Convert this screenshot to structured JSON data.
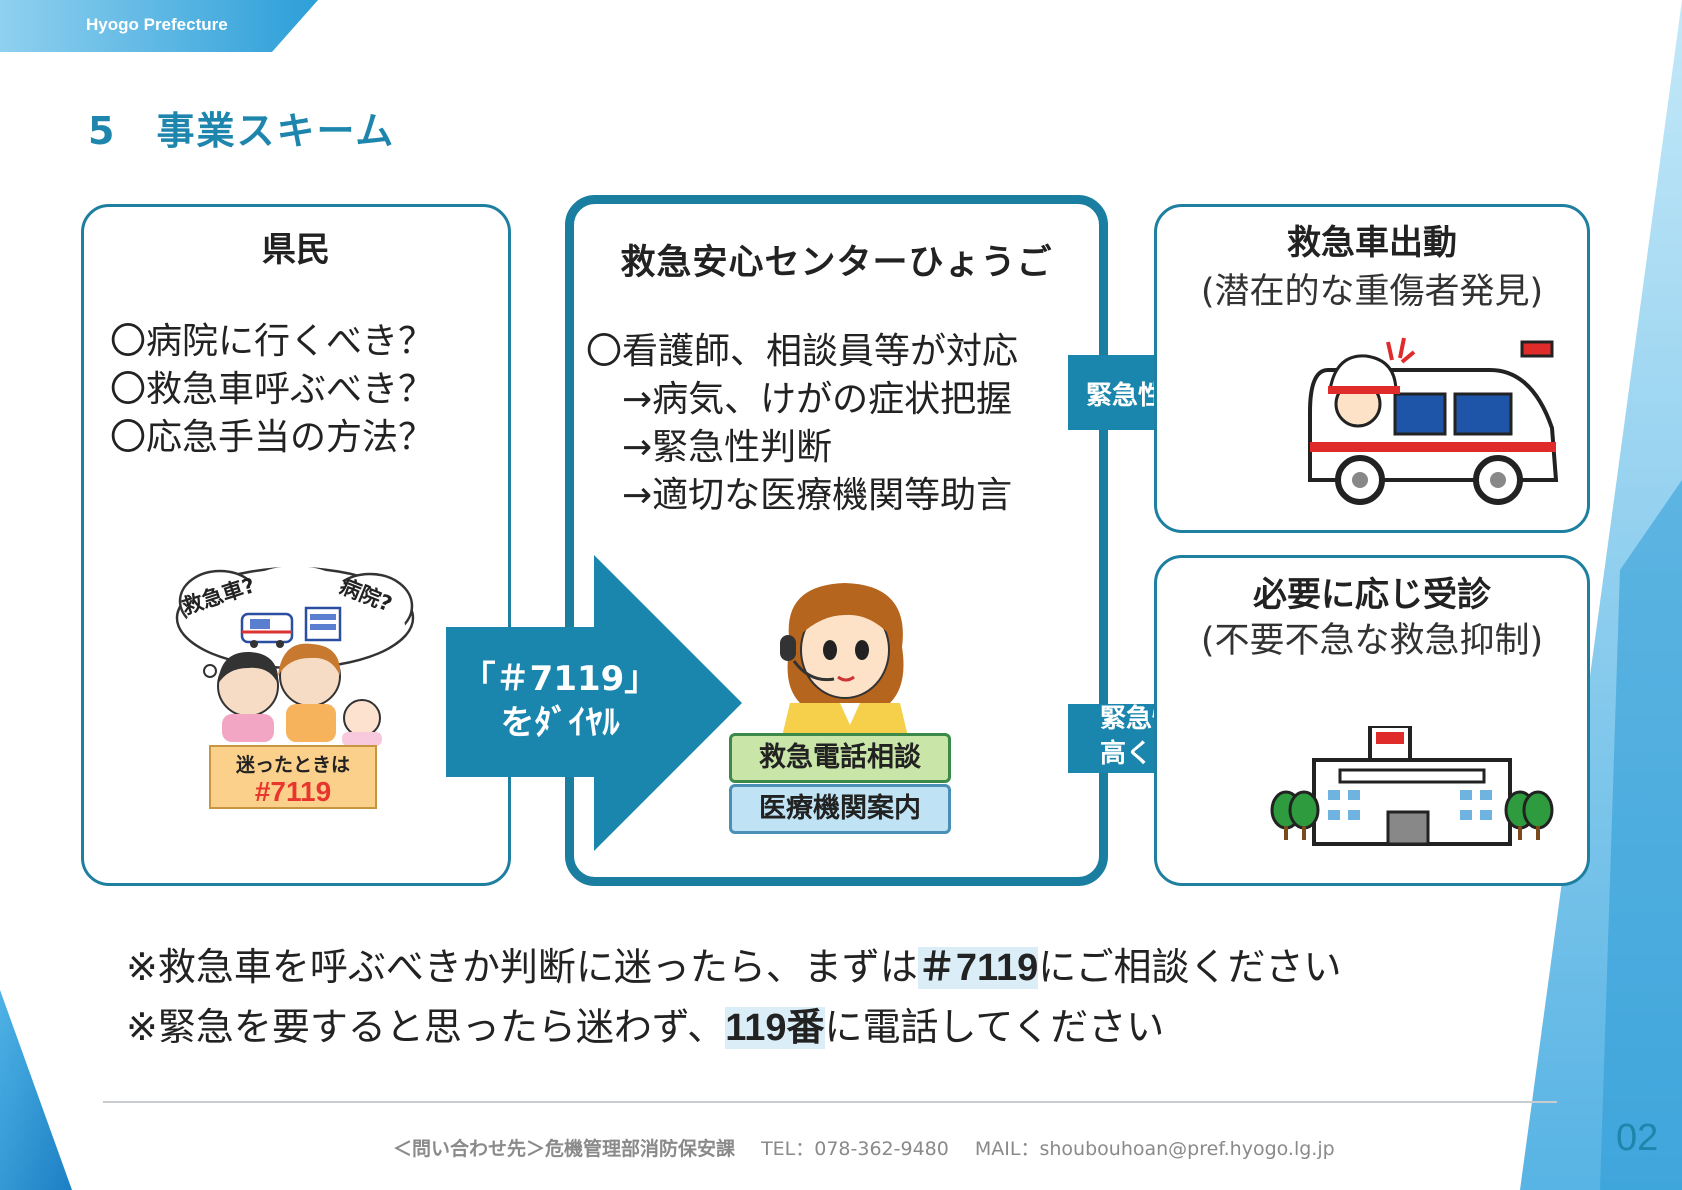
{
  "header": {
    "org": "Hyogo Prefecture"
  },
  "heading": "5　事業スキーム",
  "left_panel": {
    "title": "県民",
    "lines": [
      "〇病院に行くべき？",
      "〇救急車呼ぶべき？",
      "〇応急手当の方法？"
    ],
    "illustration": {
      "bubble_left": "救急車?",
      "bubble_right": "病院?",
      "sign_line1": "迷ったときは",
      "sign_line2": "#7119"
    }
  },
  "arrow_main": {
    "line1": "「＃7119」",
    "line2": "をﾀﾞｲﾔﾙ"
  },
  "center_panel": {
    "title": "救急安心センターひょうご",
    "lines": [
      "〇看護師、相談員等が対応",
      "→病気、けがの症状把握",
      "→緊急性判断",
      "→適切な医療機関等助言"
    ],
    "badge_green": "救急電話相談",
    "badge_blue": "医療機関案内"
  },
  "arrow_top": {
    "label": "緊急性が高い"
  },
  "arrow_bottom": {
    "line1": "緊急性が",
    "line2": "高くない"
  },
  "right_top": {
    "title": "救急車出動",
    "subtitle": "(潜在的な重傷者発見)"
  },
  "right_bottom": {
    "title": "必要に応じ受診",
    "subtitle": "(不要不急な救急抑制)"
  },
  "notes": {
    "line1_pre": "※救急車を呼ぶべきか判断に迷ったら、まずは",
    "line1_hl": "＃7119",
    "line1_post": "にご相談ください",
    "line2_pre": "※緊急を要すると思ったら迷わず、",
    "line2_hl": "119番",
    "line2_post": "に電話してください"
  },
  "footer": {
    "contact_label": "＜問い合わせ先＞危機管理部消防保安課",
    "tel": "TEL：078-362-9480",
    "mail": "MAIL：shoubouhoan@pref.hyogo.lg.jp"
  },
  "page_number": "02",
  "colors": {
    "accent": "#1e86ad",
    "arrow": "#1a86ad",
    "panel_border": "#1e7fa0",
    "badge_green": "#c9e6a8",
    "badge_blue": "#bfe3f5"
  }
}
